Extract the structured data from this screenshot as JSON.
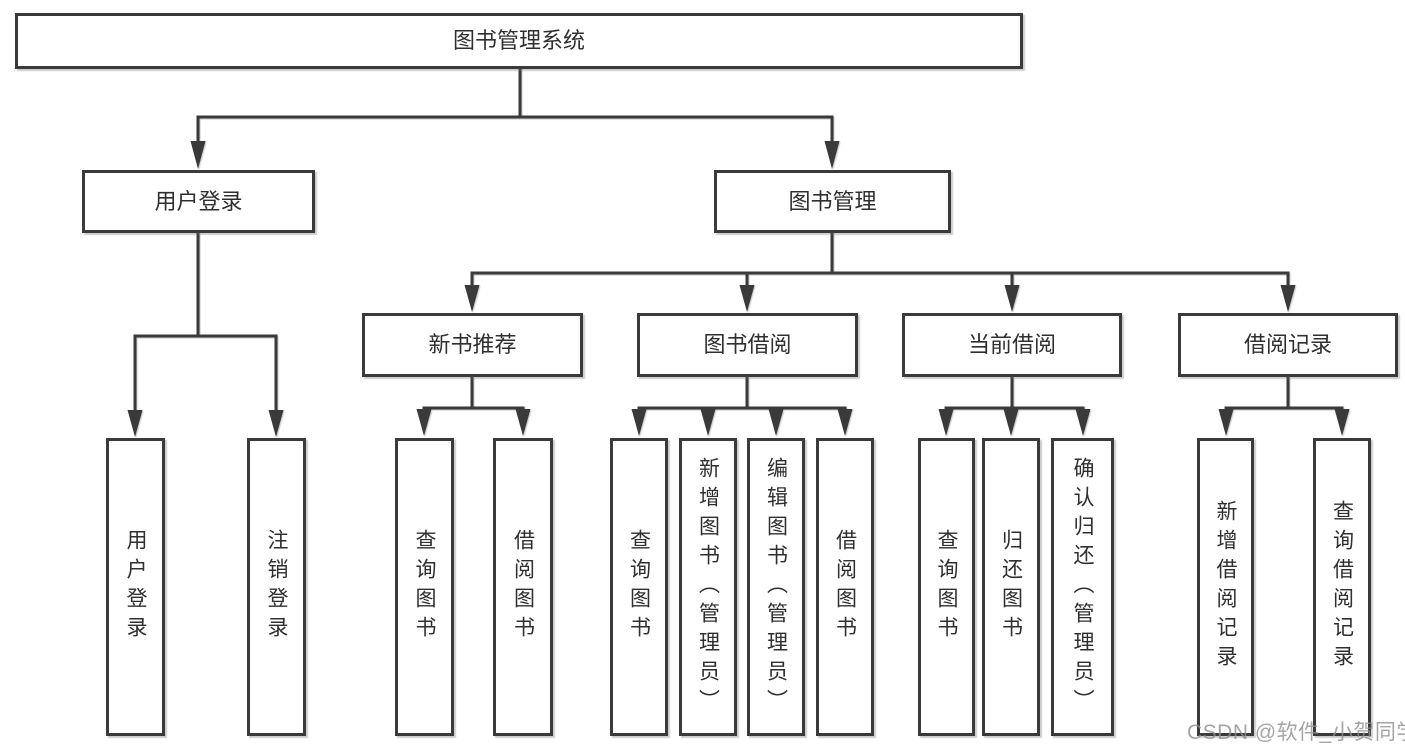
{
  "diagram": {
    "root": {
      "label": "图书管理系统"
    },
    "level2": [
      {
        "id": "user-login",
        "label": "用户登录",
        "children": [
          {
            "label": "用户登录"
          },
          {
            "label": "注销登录"
          }
        ]
      },
      {
        "id": "book-management",
        "label": "图书管理",
        "children": [
          {
            "label": "新书推荐",
            "children": [
              {
                "label": "查询图书"
              },
              {
                "label": "借阅图书"
              }
            ]
          },
          {
            "label": "图书借阅",
            "children": [
              {
                "label": "查询图书"
              },
              {
                "label": "新增图书（管理员）"
              },
              {
                "label": "编辑图书（管理员）"
              },
              {
                "label": "借阅图书"
              }
            ]
          },
          {
            "label": "当前借阅",
            "children": [
              {
                "label": "查询图书"
              },
              {
                "label": "归还图书"
              },
              {
                "label": "确认归还（管理员）"
              }
            ]
          },
          {
            "label": "借阅记录",
            "children": [
              {
                "label": "新增借阅记录"
              },
              {
                "label": "查询借阅记录"
              }
            ]
          }
        ]
      }
    ]
  },
  "watermark": {
    "text": "CSDN @软件_小贺同学"
  },
  "colors": {
    "line": "#3a3a3a",
    "text": "#2f2f2f",
    "box_background": "#ffffff",
    "page_background": "#ffffff",
    "watermark": "#8f8f8f"
  }
}
